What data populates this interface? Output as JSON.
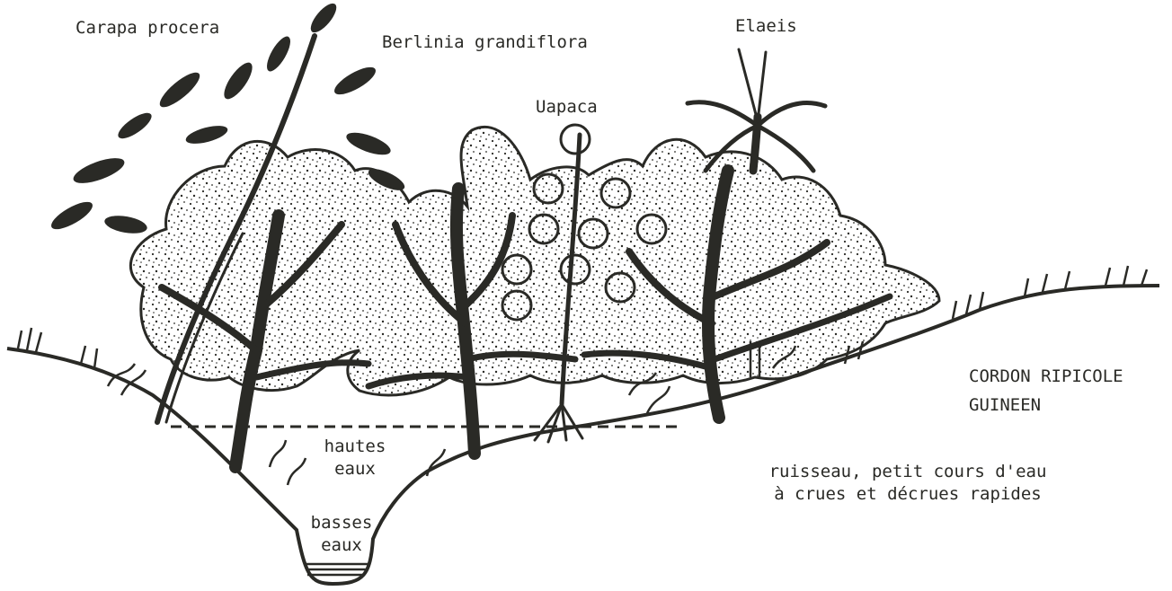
{
  "species": {
    "carapa": "Carapa procera",
    "berlinia": "Berlinia grandiflora",
    "uapaca": "Uapaca",
    "elaeis": "Elaeis"
  },
  "water": {
    "high_line1": "hautes",
    "high_line2": "eaux",
    "low_line1": "basses",
    "low_line2": "eaux"
  },
  "formation": {
    "line1": "CORDON RIPICOLE",
    "line2": "GUINEEN"
  },
  "stream": {
    "line1": "ruisseau, petit cours d'eau",
    "line2": "à crues et décrues rapides"
  },
  "colors": {
    "ink": "#2a2a26",
    "paper": "#ffffff"
  }
}
